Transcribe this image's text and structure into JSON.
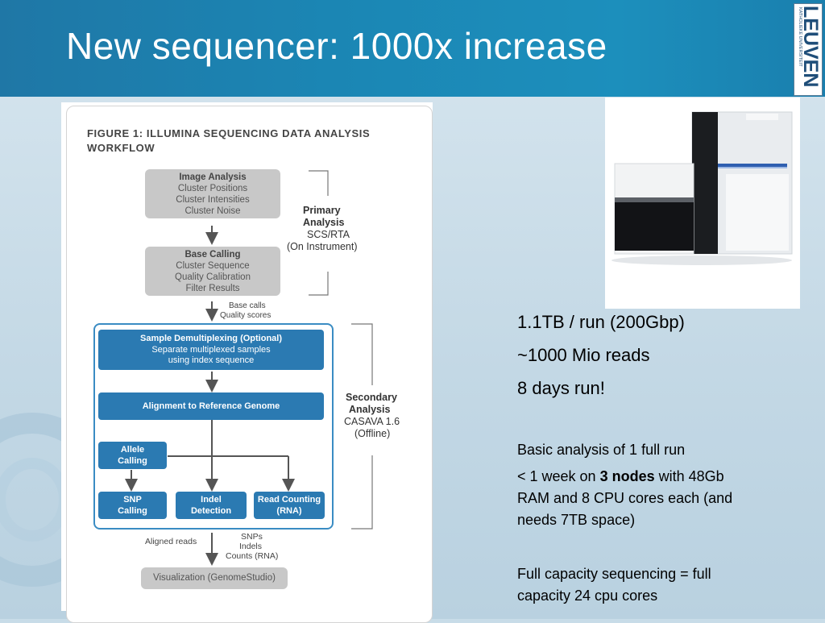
{
  "slide": {
    "title": "New sequencer: 1000x increase"
  },
  "logo": {
    "name": "LEUVEN",
    "subtitle": "KATHOLIEKE UNIVERSITEIT"
  },
  "figure": {
    "title_line1": "FIGURE 1: ILLUMINA SEQUENCING DATA ANALYSIS",
    "title_line2": "WORKFLOW",
    "image_analysis": {
      "heading": "Image Analysis",
      "lines": [
        "Cluster Positions",
        "Cluster Intensities",
        "Cluster Noise"
      ]
    },
    "base_calling": {
      "heading": "Base Calling",
      "lines": [
        "Cluster Sequence",
        "Quality Calibration",
        "Filter Results"
      ]
    },
    "primary": {
      "line1": "Primary",
      "line2": "Analysis",
      "line3": "SCS/RTA",
      "line4": "(On Instrument)"
    },
    "base_calls_note": [
      "Base calls",
      "Quality scores"
    ],
    "demux": {
      "heading": "Sample Demultiplexing (Optional)",
      "line2": "Separate multiplexed samples",
      "line3": "using index sequence"
    },
    "alignment": "Alignment to Reference Genome",
    "allele": [
      "Allele",
      "Calling"
    ],
    "snp": [
      "SNP",
      "Calling"
    ],
    "indel": [
      "Indel",
      "Detection"
    ],
    "read_counting": [
      "Read Counting",
      "(RNA)"
    ],
    "secondary": {
      "line1": "Secondary",
      "line2": "Analysis",
      "line3": "CASAVA 1.6",
      "line4": "(Offline)"
    },
    "aligned_reads": "Aligned reads",
    "outputs": [
      "SNPs",
      "Indels",
      "Counts (RNA)"
    ],
    "visualization": "Visualization (GenomeStudio)"
  },
  "stats": {
    "line1": "1.1TB / run (200Gbp)",
    "line2": "~1000 Mio reads",
    "line3": "8 days run!"
  },
  "analysis": {
    "line1": "Basic analysis of 1 full run",
    "line2_pre": "< 1 week on ",
    "line2_bold": "3 nodes",
    "line2_post": " with 48Gb",
    "line3": "RAM and 8 CPU cores each (and",
    "line4": "needs 7TB space)"
  },
  "capacity": {
    "line1": "Full capacity sequencing = full",
    "line2": "capacity 24 cpu cores"
  }
}
